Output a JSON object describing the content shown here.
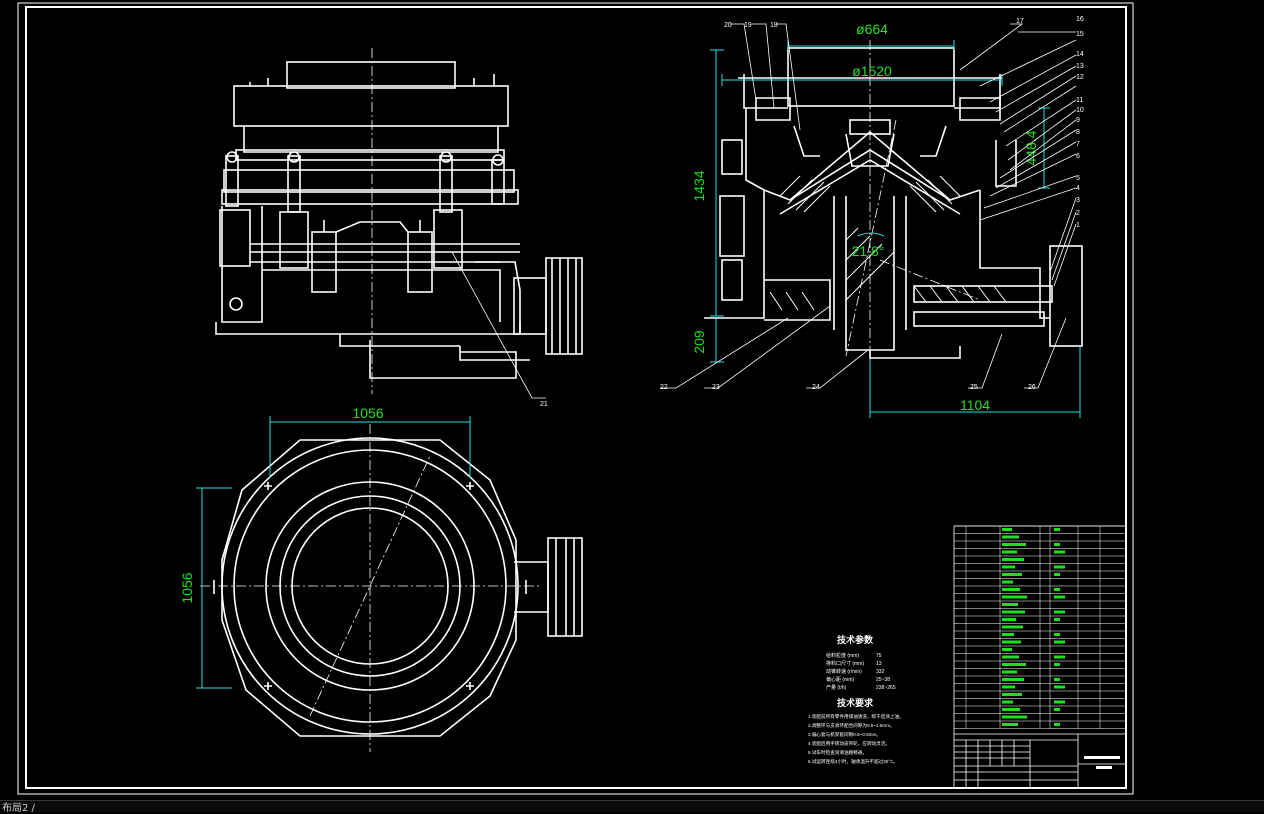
{
  "layout_tab": {
    "label": "布局2 /"
  },
  "dimensions": {
    "d_upper": "ø664",
    "d_lower": "ø1520",
    "height_total": "1434",
    "height_base": "209",
    "height_right": "448.4",
    "angle": "21.8°",
    "width_side": "1104",
    "plan_width": "1056",
    "plan_height": "1056"
  },
  "part_labels": {
    "top": [
      "20",
      "19",
      "18"
    ],
    "right": [
      "17",
      "16",
      "15",
      "14",
      "13",
      "12",
      "11",
      "10",
      "9",
      "8",
      "7",
      "6",
      "5",
      "4",
      "3",
      "2",
      "1"
    ],
    "bottom": [
      "22",
      "23",
      "24",
      "25",
      "26"
    ],
    "front_view": "21"
  },
  "tech_notes": {
    "params_title": "技术参数",
    "params": [
      {
        "name": "给料粒度 (mm)",
        "value": "75"
      },
      {
        "name": "排料口尺寸 (mm)",
        "value": "13"
      },
      {
        "name": "动锥转速 (r/min)",
        "value": "332"
      },
      {
        "name": "偏心距 (mm)",
        "value": "25~38"
      },
      {
        "name": "产量 (t/h)",
        "value": "238~265"
      }
    ],
    "req_title": "技术要求",
    "requirements": [
      "1.装配前所有零件用煤油清洗，晾干后涂上油。",
      "2.调整环与支承环配合间隙为0.5~1.5mm。",
      "3.偏心套与机架套间隙0.6~0.8mm。",
      "4.装配后用手转动皮带轮，应转动灵活。",
      "5.试车时检查润滑油路畅通。",
      "6.试运转连续4小时，轴承温升不超过35°C。"
    ]
  }
}
